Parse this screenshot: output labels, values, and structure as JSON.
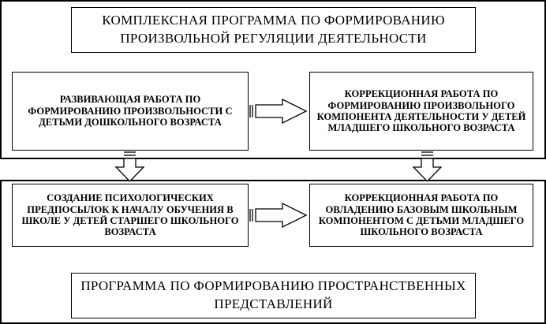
{
  "top_title": "КОМПЛЕКСНАЯ ПРОГРАММА ПО ФОРМИРОВАНИЮ ПРОИЗВОЛЬНОЙ РЕГУЛЯЦИИ ДЕЯТЕЛЬНОСТИ",
  "box_top_left": "РАЗВИВАЮЩАЯ РАБОТА ПО ФОРМИРОВАНИЮ ПРОИЗВОЛЬНОСТИ С ДЕТЬМИ ДОШКОЛЬНОГО ВОЗРАСТА",
  "box_top_right": "КОРРЕКЦИОННАЯ РАБОТА ПО ФОРМИРОВАНИЮ ПРОИЗВОЛЬНОГО КОМПОНЕНТА ДЕЯТЕЛЬНОСТИ У ДЕТЕЙ МЛАДШЕГО ШКОЛЬНОГО ВОЗРАСТА",
  "box_bottom_left": "СОЗДАНИЕ ПСИХОЛОГИЧЕСКИХ ПРЕДПОСЫЛОК К НАЧАЛУ ОБУЧЕНИЯ В ШКОЛЕ У ДЕТЕЙ СТАРШЕГО ШКОЛЬНОГО ВОЗРАСТА",
  "box_bottom_right": "КОРРЕКЦИОННАЯ РАБОТА ПО ОВЛАДЕНИЮ БАЗОВЫМ ШКОЛЬНЫМ КОМПОНЕНТОМ С ДЕТЬМИ МЛАДШЕГО ШКОЛЬНОГО ВОЗРАСТА",
  "bottom_title": "ПРОГРАММА ПО ФОРМИРОВАНИЮ ПРОСТРАНСТВЕННЫХ ПРЕДСТАВЛЕНИЙ"
}
